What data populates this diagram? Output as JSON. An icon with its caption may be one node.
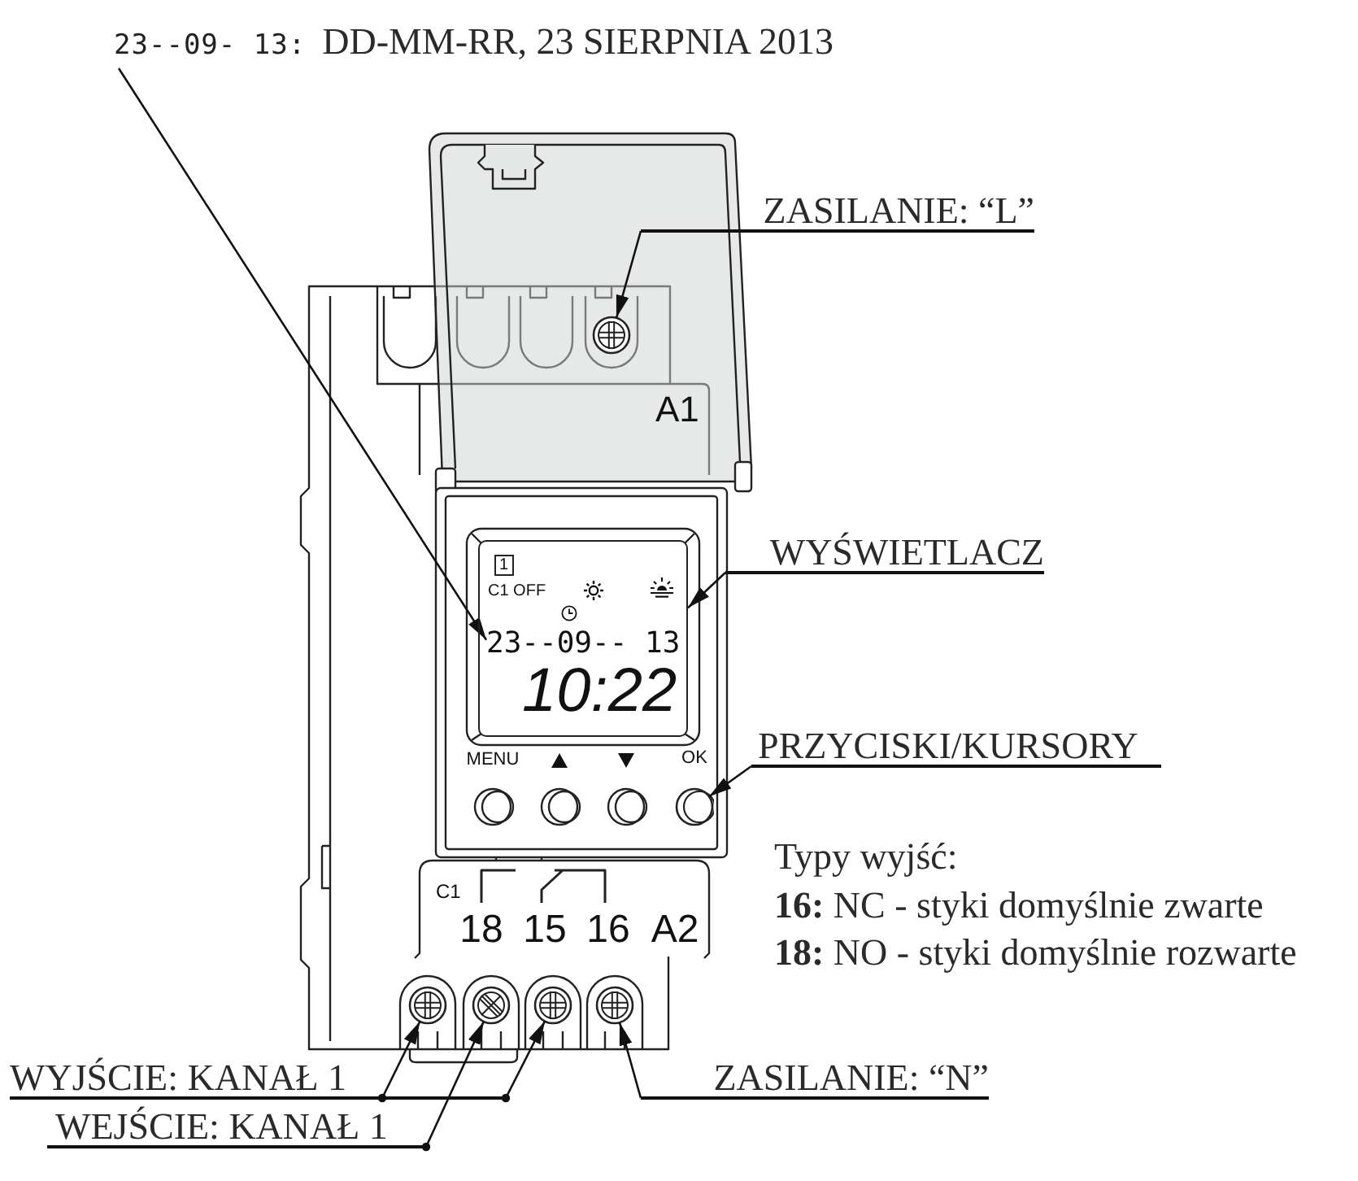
{
  "diagram": {
    "nodes": [
      {
        "text": [
          "23--09- 13:",
          "DD-MM-RR, 23 SIERPNIA 2013"
        ]
      },
      {
        "text": [
          "ZASILANIE: “L”"
        ]
      },
      {
        "text": [],
        "shape": "circle"
      },
      {
        "text": [
          "WYŚWIETLACZ"
        ]
      },
      {
        "text": [
          "1",
          "C1 OFF",
          "10:22"
        ]
      },
      {
        "text": [
          "23--09-- 13"
        ],
        "in": 4
      },
      {
        "text": [
          "PRZYCISKI/KURSORY"
        ]
      },
      {
        "text": [],
        "shape": "circle",
        "beside": [
          "OK"
        ]
      },
      {
        "text": [],
        "shape": "circle"
      },
      {
        "text": [],
        "shape": "circle"
      },
      {
        "text": [],
        "shape": "circle"
      },
      {
        "text": [],
        "shape": "circle"
      },
      {
        "text": [
          "WYJŚCIE: KANAŁ 1"
        ]
      },
      {
        "text": [
          "ZASILANIE: “N”"
        ]
      },
      {
        "text": [
          "WEJŚCIE: KANAŁ 1"
        ]
      }
    ],
    "edges": [
      {
        "from": 0,
        "to": 5,
        "arrow": "to"
      },
      {
        "from": 1,
        "to": 2,
        "arrow": "to"
      },
      {
        "from": 3,
        "to": 4,
        "arrow": "to"
      },
      {
        "from": 6,
        "to": 7,
        "arrow": "to"
      },
      {
        "from": 12,
        "to": 8,
        "arrow": "to"
      },
      {
        "from": 12,
        "to": 10,
        "arrow": "to"
      },
      {
        "from": 13,
        "to": 11,
        "arrow": "to"
      },
      {
        "from": 14,
        "to": 9,
        "arrow": "to"
      }
    ],
    "labels": [
      "A1",
      "MENU",
      "C1",
      "18",
      "15",
      "16",
      "A2",
      "Typy wyjść:",
      "**16:** NC - styki domyślnie zwarte",
      "**18:** NO - styki domyślnie rozwarte"
    ]
  }
}
